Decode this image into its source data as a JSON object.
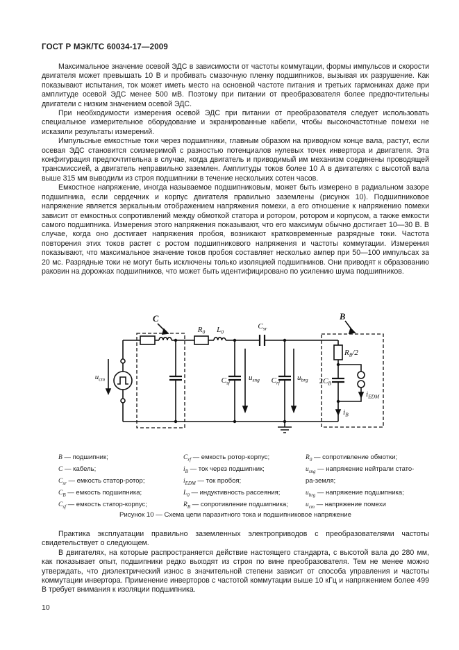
{
  "header": {
    "title": "ГОСТ Р МЭК/ТС 60034-17—2009"
  },
  "page_number": "10",
  "content": {
    "paragraphs": [
      "Максимальное значение осевой ЭДС в зависимости от частоты коммутации, формы импульсов и скорости двигателя может превышать 10 В и пробивать смазочную пленку подшипников, вызывая их разрушение. Как показывают испытания, ток может иметь место на основной частоте питания и третьих гармониках даже при амплитуде осевой ЭДС менее 500 мВ. Поэтому при питании от преобразователя более предпочтительны двигатели с низким значением осевой ЭДС.",
      "При необходимости измерения осевой ЭДС при питании от преобразователя следует использовать специальное измерительное оборудование и экранированные кабели, чтобы высокочастотные помехи не исказили результаты измерений.",
      "Импульсные емкостные токи через подшипники, главным образом на приводном конце вала, растут, если осевая ЭДС становится соизмеримой с разностью потенциалов нулевых точек инвертора и двигателя. Эта конфигурация предпочтительна в случае, когда двигатель и приводимый им механизм соединены проводящей трансмиссией, а двигатель неправильно заземлен. Амплитуды токов более 10 А в двигателях с высотой вала выше 315 мм выводили из строя подшипники в течение нескольких сотен часов.",
      "Емкостное напряжение, иногда называемое подшипниковым, может быть измерено в радиальном зазоре подшипника, если сердечник и корпус двигателя правильно заземлены (рисунок 10). Подшипниковое напряжение является зеркальным отображением напряжения помехи, а его отношение к напряжению помехи зависит от емкостных сопротивлений между обмоткой статора и ротором, ротором и корпусом, а также емкости самого подшипника. Измерения этого напряжения показывают, что его максимум обычно достигает 10—30 В. В случае, когда оно достигает напряжения пробоя, возникают кратковременные разрядные токи. Частота повторения этих токов растет с ростом подшипникового напряжения и частоты коммутации. Измерения показывают, что максимальное значение токов пробоя составляет несколько ампер при 50—100 импульсах за 20 мс. Разрядные токи не могут быть исключены только изоляцией подшипников. Они приводят к образованию раковин на дорожках подшипников, что может быть идентифицировано по усилению шума подшипников."
    ],
    "paragraphs_after": [
      "Практика эксплуатации правильно заземленных электроприводов с преобразователями частоты свидетельствует о следующем.",
      "В двигателях, на которые распространяется действие настоящего стандарта, с высотой вала до 280 мм, как показывает опыт, подшипники редко выходят из строя по вине преобразователя. Тем не менее можно утверждать, что диэлектрический износ в значительной степени зависит от способа управления и частоты коммутации инвертора. Применение инверторов с частотой коммутации выше 10 кГц и напряжением более 499 В требует внимания к изоляции подшипника."
    ]
  },
  "figure": {
    "caption": "Рисунок 10 — Схема цепи паразитного тока и подшипниковое напряжение",
    "labels": {
      "cable_box": "C",
      "bearing_box": "B",
      "u_cm": {
        "base": "u",
        "sub": "cm"
      },
      "r0": {
        "base": "R",
        "sub": "0"
      },
      "l0": {
        "base": "L",
        "sub": "0"
      },
      "c_sf": {
        "base": "C",
        "sub": "sf"
      },
      "u_sng": {
        "base": "u",
        "sub": "sng"
      },
      "c_sr": {
        "base": "C",
        "sub": "sr"
      },
      "c_rf": {
        "base": "C",
        "sub": "rf"
      },
      "u_brg": {
        "base": "u",
        "sub": "brg"
      },
      "rb2": {
        "base": "R",
        "sub": "B",
        "suffix": "/2"
      },
      "cb2": {
        "prefix": "2",
        "base": "C",
        "sub": "B"
      },
      "i_edm": {
        "base": "i",
        "sub": "EDM"
      },
      "i_b": {
        "base": "i",
        "sub": "B"
      }
    },
    "legend": {
      "col1": [
        {
          "sym": "B",
          "sub": "",
          "desc": "— подшипник;"
        },
        {
          "sym": "C",
          "sub": "",
          "desc": "— кабель;"
        },
        {
          "sym": "C",
          "sub": "sr",
          "desc": "— емкость статор-ротор;"
        },
        {
          "sym": "C",
          "sub": "B",
          "desc": "— емкость подшипника;"
        },
        {
          "sym": "C",
          "sub": "sf",
          "desc": "— емкость статор-корпус;"
        }
      ],
      "col2": [
        {
          "sym": "C",
          "sub": "rf",
          "desc": "— емкость ротор-корпус;"
        },
        {
          "sym": "i",
          "sub": "B",
          "desc": "— ток через подшипник;"
        },
        {
          "sym": "i",
          "sub": "EDM",
          "desc": "— ток пробоя;"
        },
        {
          "sym": "L",
          "sub": "0",
          "desc": "— индуктивность рассеяния;"
        },
        {
          "sym": "R",
          "sub": "B",
          "desc": "— сопротивление подшипника;"
        }
      ],
      "col3": [
        {
          "sym": "R",
          "sub": "0",
          "desc": "— сопротивление обмотки;"
        },
        {
          "sym": "u",
          "sub": "sng",
          "desc": "— напряжение нейтрали стато-"
        },
        {
          "sym": "",
          "sub": "",
          "desc": "ра-земля;"
        },
        {
          "sym": "u",
          "sub": "brg",
          "desc": "— напряжение подшипника;"
        },
        {
          "sym": "u",
          "sub": "cm",
          "desc": "— напряжение помехи"
        }
      ]
    }
  }
}
